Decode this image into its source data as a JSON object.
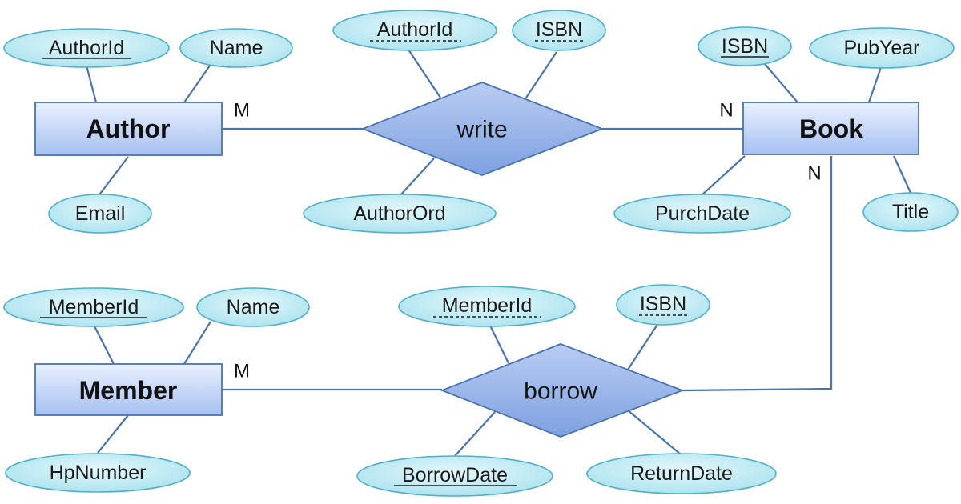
{
  "diagram": {
    "entities": {
      "author": "Author",
      "book": "Book",
      "member": "Member"
    },
    "relationships": {
      "write": "write",
      "borrow": "borrow"
    },
    "attributes": {
      "author_authorid": "AuthorId",
      "author_name": "Name",
      "author_email": "Email",
      "write_authorid": "AuthorId",
      "write_isbn": "ISBN",
      "write_authorord": "AuthorOrd",
      "book_isbn": "ISBN",
      "book_pubyear": "PubYear",
      "book_purchdate": "PurchDate",
      "book_title": "Title",
      "member_memberid": "MemberId",
      "member_name": "Name",
      "member_hpnumber": "HpNumber",
      "borrow_memberid": "MemberId",
      "borrow_isbn": "ISBN",
      "borrow_borrowdate": "BorrowDate",
      "borrow_returndate": "ReturnDate"
    },
    "cardinalities": {
      "author_write": "M",
      "write_book": "N",
      "book_borrow": "N",
      "member_borrow": "M"
    },
    "colors": {
      "ellipse_fill": "#c8eef6",
      "ellipse_stroke": "#4fb0c6",
      "entity_fill_top": "#e6efff",
      "entity_fill_bottom": "#a9c3f2",
      "entity_stroke": "#4a73b0",
      "connector": "#4a73b0"
    }
  }
}
